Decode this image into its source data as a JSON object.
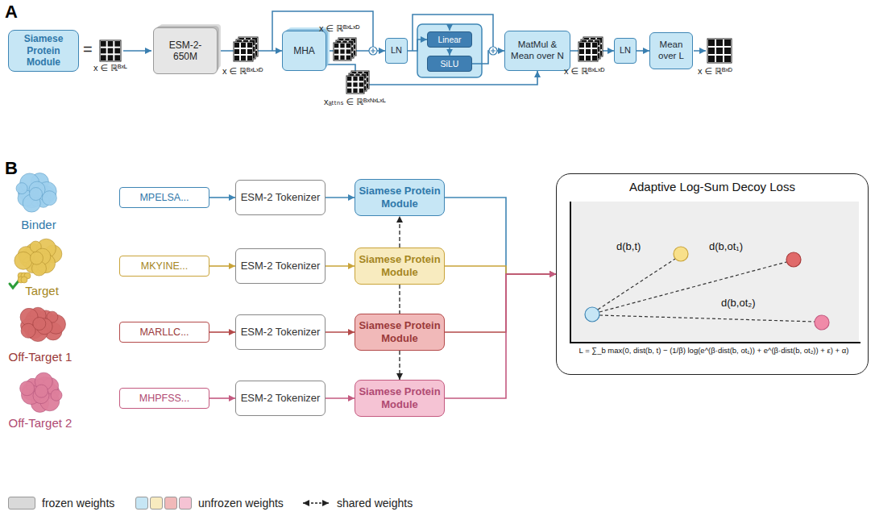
{
  "diagram": {
    "nodes": [
      {
        "text": [
          "Siamese Protein Module"
        ]
      },
      {
        "text": [
          "ESM-2-650M"
        ]
      },
      {
        "text": [
          "MHA"
        ]
      },
      {
        "text": [
          "LN"
        ]
      },
      {
        "text": [
          "Linear"
        ]
      },
      {
        "text": [
          "SiLU"
        ]
      },
      {
        "text": [
          "MatMul & Mean over N"
        ]
      },
      {
        "text": [
          "LN"
        ]
      },
      {
        "text": [
          "Mean over L"
        ]
      },
      {
        "text": [
          "MPELSA..."
        ]
      },
      {
        "text": [
          "ESM-2 Tokenizer"
        ]
      },
      {
        "text": [
          "Siamese Protein Module"
        ]
      },
      {
        "text": [
          "MKYINE..."
        ]
      },
      {
        "text": [
          "ESM-2 Tokenizer"
        ]
      },
      {
        "text": [
          "Siamese Protein Module"
        ]
      },
      {
        "text": [
          "MARLLC..."
        ]
      },
      {
        "text": [
          "ESM-2 Tokenizer"
        ]
      },
      {
        "text": [
          "Siamese Protein Module"
        ]
      },
      {
        "text": [
          "MHPFSS..."
        ]
      },
      {
        "text": [
          "ESM-2 Tokenizer"
        ]
      },
      {
        "text": [
          "Siamese Protein Module"
        ]
      },
      {
        "text": [
          "Adaptive Log-Sum Decoy Loss"
        ]
      }
    ],
    "edges": [
      {
        "from": 1,
        "to": 2,
        "arrow": "to"
      },
      {
        "from": 2,
        "to": 3,
        "arrow": "to"
      },
      {
        "from": 3,
        "to": 4,
        "arrow": "to"
      },
      {
        "from": 4,
        "to": 5,
        "arrow": "to"
      },
      {
        "from": 5,
        "to": 6,
        "arrow": "to"
      },
      {
        "from": 2,
        "to": 6,
        "arrow": "to"
      },
      {
        "from": 6,
        "to": 7,
        "arrow": "to"
      },
      {
        "from": 7,
        "to": 8,
        "arrow": "to"
      },
      {
        "from": 9,
        "to": 10,
        "arrow": "to"
      },
      {
        "from": 10,
        "to": 11,
        "arrow": "to"
      },
      {
        "from": 12,
        "to": 13,
        "arrow": "to"
      },
      {
        "from": 13,
        "to": 14,
        "arrow": "to"
      },
      {
        "from": 15,
        "to": 16,
        "arrow": "to"
      },
      {
        "from": 16,
        "to": 17,
        "arrow": "to"
      },
      {
        "from": 18,
        "to": 19,
        "arrow": "to"
      },
      {
        "from": 19,
        "to": 20,
        "arrow": "to"
      },
      {
        "from": 11,
        "to": 21,
        "arrow": "to"
      },
      {
        "from": 14,
        "to": 21,
        "arrow": "to"
      },
      {
        "from": 17,
        "to": 21,
        "arrow": "to"
      },
      {
        "from": 20,
        "to": 21,
        "arrow": "to"
      },
      {
        "from": 14,
        "to": 11,
        "arrow": "to"
      },
      {
        "from": 14,
        "to": 17,
        "arrow": "none"
      },
      {
        "from": 17,
        "to": 20,
        "arrow": "to"
      }
    ],
    "labels": [
      "A",
      "B",
      "=",
      "x ∈ ℝᴮˣᴸ",
      "x ∈ ℝᴮˣᴸˣᴰ",
      "x ∈ ℝᴮˣᴸˣᴰ",
      "xₐₜₜₙₛ ∈ ℝᴮˣᴺˣᴸˣᴸ",
      "x ∈ ℝᴮˣᴸˣᴰ",
      "x ∈ ℝᴮˣᴰ",
      "Binder",
      "Target",
      "Off-Target 1",
      "Off-Target 2",
      "d(b,t)",
      "d(b,ot₁)",
      "d(b,ot₂)",
      "L = ∑_b max(0, dist(b, t) − (1/β) log(e^(β·dist(b, ot₁)) + e^(β·dist(b, ot₂)) + ε) + α)"
    ],
    "legend": [
      {
        "text": "frozen weights",
        "color": "#d9d9d9"
      },
      {
        "text": "unfrozen weights",
        "color": "#c6e6f5"
      },
      {
        "text": "shared weights"
      }
    ]
  }
}
